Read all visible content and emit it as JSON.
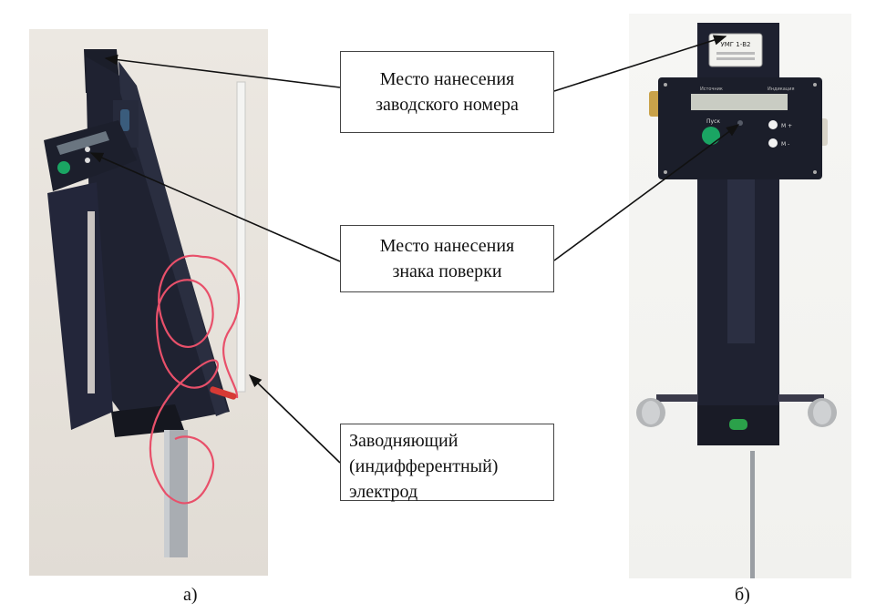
{
  "callouts": {
    "serial_number": {
      "line1": "Место нанесения",
      "line2": "заводского номера"
    },
    "verification_mark": {
      "line1": "Место нанесения",
      "line2": "знака поверки"
    },
    "electrode": {
      "line1": "Заводняющий",
      "line2": "(индифферентный)",
      "line3": "электрод"
    }
  },
  "captions": {
    "left": "а)",
    "right": "б)"
  },
  "device_b": {
    "plate_label": "УМГ 1-В2",
    "panel_left": "Источник",
    "panel_right": "Индикация",
    "button_start": "Пуск",
    "button_plus": "М +",
    "button_minus": "М -"
  },
  "colors": {
    "device_body": "#1b1e2a",
    "start_button": "#1aa563",
    "wire": "#e8506a",
    "background_a": "#e6e1da"
  }
}
